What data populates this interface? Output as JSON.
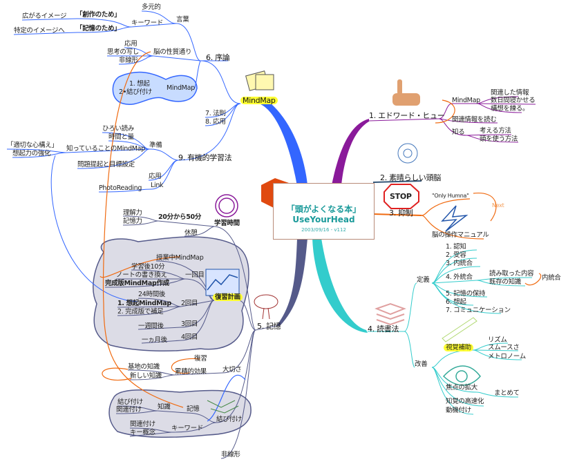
{
  "center": {
    "title": "「頭がよくなる本」",
    "subtitle": "UseYourHead",
    "date": "2003/09/16 - v112"
  },
  "colors": {
    "blue": "#3366ff",
    "purple": "#8a1a9a",
    "orange": "#f06a10",
    "teal": "#33cccc",
    "slate": "#555a8a",
    "highlight": "#ffff33"
  },
  "branch_mindmap": {
    "root": "MindMap",
    "intro": {
      "label": "6. 序論",
      "words": "言葉",
      "multi": "多元的",
      "keyword": "キーワード",
      "creation": "「創作のため」",
      "spread": "広がるイメージ",
      "memory": "「記憶のため」",
      "specific": "特定のイメージへ",
      "brain_nature": "脳の性質通り",
      "apply": "応用",
      "thought_copy": "思考の写し",
      "nonlinear": "非線形",
      "cloud_mindmap": "MindMap",
      "recall": "1. 想起",
      "connect": "2•結び付け"
    },
    "law": "7. 法則",
    "application": "8. 応用",
    "organic": {
      "label": "9. 有機的学習法",
      "prep": "準備",
      "wide_read": "ひろい読み",
      "time_amount": "時間と量",
      "known_map": "知っていることのMindMap",
      "attitude": "「適切な心構え」",
      "recall_boost": "想起力の強化",
      "problem": "問題提起と目標設定",
      "apply": "応用",
      "link": "Link",
      "photoreading": "PhotoReading"
    }
  },
  "branch_edward": {
    "label": "1. エドワード・ヒュー",
    "mindmap": "MindMap",
    "related_info": "関連した情報",
    "sleep_days": "数日間寝かせる",
    "plan": "構想を練る。",
    "read_related": "関連情報を読む",
    "know": "知る",
    "think_method": "考える方法",
    "use_head": "頭を使う方法"
  },
  "branch_brain": {
    "label": "2. 素晴らしい頭脳"
  },
  "branch_inhibit": {
    "label": "3. 抑制",
    "stop": "STOP",
    "only_human": "\"Only Humna\"",
    "next": "Next",
    "manual": "脳の操作マニュアル"
  },
  "branch_reading": {
    "label": "4. 読書法",
    "definition": {
      "label": "定義",
      "items": [
        "1. 認知",
        "2. 受容",
        "3. 内統合",
        "4. 外統合",
        "5. 記憶の保持",
        "6. 想起",
        "7. コミュニケーション"
      ],
      "read_content": "読み取った内容",
      "existing": "既存の知識",
      "inner": "内統合"
    },
    "improve": {
      "label": "改善",
      "visual_aid": "視覚補助",
      "rhythm": "リズム",
      "smooth": "スムースさ",
      "metronome": "メトロノーム",
      "focus": "焦点の拡大",
      "together": "まとめて",
      "fast": "知覚の高速化",
      "motive": "動機付け"
    }
  },
  "branch_memory": {
    "label": "5. 記憶",
    "study_time": {
      "label": "学習時間",
      "range": "20分から50分",
      "understanding": "理解力",
      "memory": "記憶力",
      "rest": "休憩"
    },
    "review": {
      "label": "復習計画",
      "in_class": "授業中MindMap",
      "first": "一回目",
      "after10": "学習後10分",
      "rewrite": "ノートの書き換え",
      "final_map": "完成版MindMap作成",
      "second": "2回目",
      "after24": "24時間後",
      "recall_map": "1. 想起MindMap",
      "supplement": "2. 完成版で補足",
      "third": "3回目",
      "week": "一週間後",
      "fourth": "4回目",
      "month": "一ヵ月後"
    },
    "importance": {
      "label": "大切さ",
      "review": "復習",
      "cumulative": "累積的効果",
      "base": "基地の知識",
      "new": "新しい知識"
    },
    "connect": {
      "label": "結び付け",
      "knowledge": "知識",
      "memory": "記憶",
      "link": "結び付け",
      "relate": "関連付け",
      "keyword": "キーワード",
      "relate2": "関連付け",
      "key_concept": "キー概念"
    },
    "nonlinear": "非線形"
  }
}
